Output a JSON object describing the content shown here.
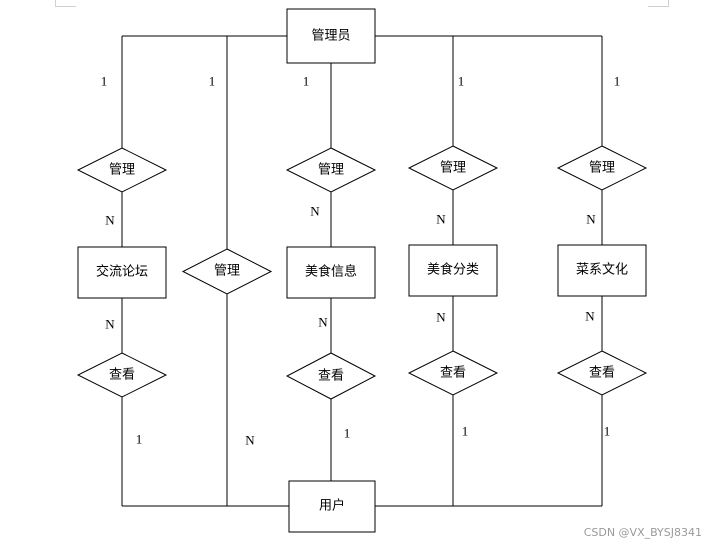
{
  "entities": {
    "admin": "管理员",
    "forum": "交流论坛",
    "food_info": "美食信息",
    "food_category": "美食分类",
    "cuisine_culture": "菜系文化",
    "user": "用户"
  },
  "relations": {
    "manage_forum": "管理",
    "manage_user": "管理",
    "manage_food_info": "管理",
    "manage_food_category": "管理",
    "manage_cuisine": "管理",
    "view_forum": "查看",
    "view_food_info": "查看",
    "view_food_category": "查看",
    "view_cuisine": "查看"
  },
  "cardinalities": {
    "admin_forum": "1",
    "admin_user": "1",
    "admin_food_info": "1",
    "admin_food_category": "1",
    "admin_cuisine": "1",
    "forum_manage": "N",
    "food_info_manage": "N",
    "food_category_manage": "N",
    "cuisine_manage": "N",
    "forum_view": "N",
    "food_info_view": "N",
    "food_category_view": "N",
    "cuisine_view": "N",
    "user_forum": "1",
    "user_food_info": "1",
    "user_food_category": "1",
    "user_cuisine": "1",
    "user_manage": "N"
  },
  "watermark": "CSDN @VX_BYSJ8341"
}
